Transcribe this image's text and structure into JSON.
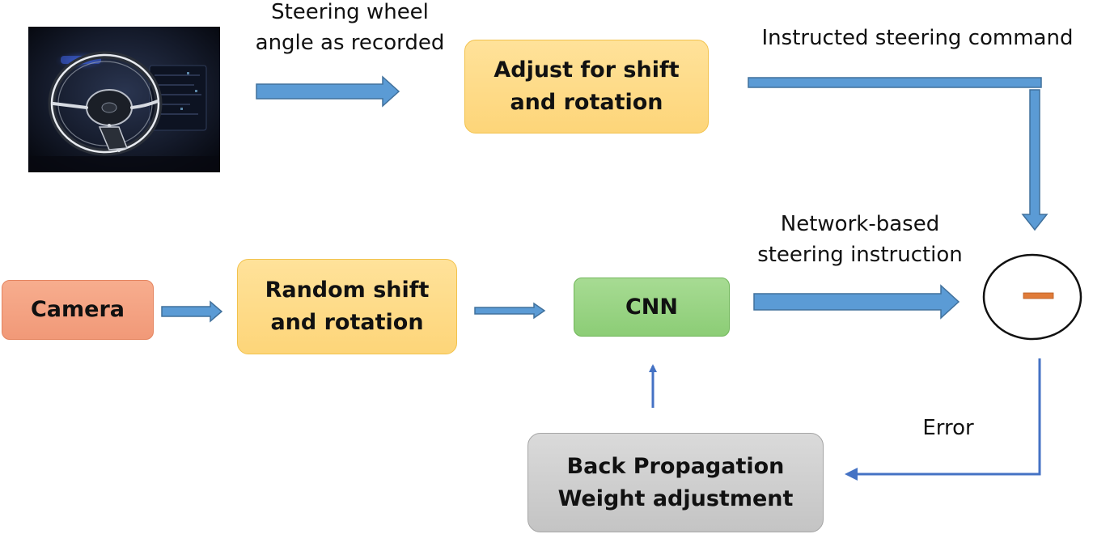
{
  "nodes": {
    "adjust": "Adjust for shift\nand rotation",
    "camera": "Camera",
    "random": "Random shift\nand rotation",
    "cnn": "CNN",
    "backprop": "Back Propagation\nWeight adjustment",
    "subtract_symbol": "−"
  },
  "labels": {
    "steering_recorded": "Steering wheel\nangle as recorded",
    "instructed_command": "Instructed steering command",
    "network_instruction": "Network-based\nsteering instruction",
    "error": "Error"
  },
  "image": {
    "subject": "car-steering-wheel-interior"
  },
  "colors": {
    "arrow_fill": "#5b9bd5",
    "arrow_stroke": "#41719c",
    "yellow_box": "#fdd579",
    "orange_box": "#f19978",
    "green_box": "#8ccd76",
    "gray_box": "#c4c4c4",
    "minus_sign": "#e07b39"
  }
}
